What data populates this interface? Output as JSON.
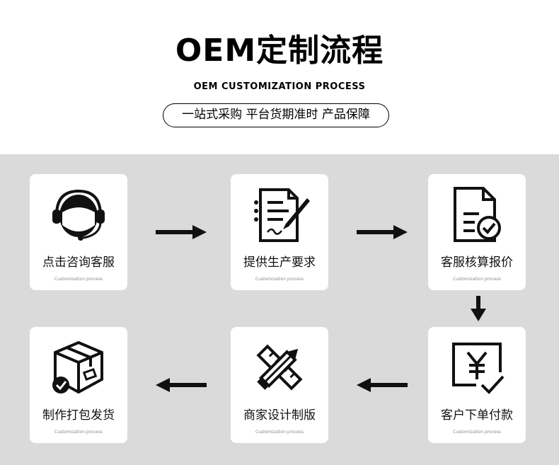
{
  "header": {
    "title": "OEM定制流程",
    "subtitle": "OEM CUSTOMIZATION PROCESS",
    "slogan": "一站式采购 平台货期准时 产品保障"
  },
  "steps": [
    {
      "label": "点击咨询客服",
      "sub": "Customization process",
      "icon": "customer-service-headset-icon"
    },
    {
      "label": "提供生产要求",
      "sub": "Customization process",
      "icon": "document-pen-icon"
    },
    {
      "label": "客服核算报价",
      "sub": "Customization process",
      "icon": "document-check-icon"
    },
    {
      "label": "客户下单付款",
      "sub": "Customization process",
      "icon": "yen-payment-icon"
    },
    {
      "label": "商家设计制版",
      "sub": "Customization process",
      "icon": "ruler-pencil-icon"
    },
    {
      "label": "制作打包发货",
      "sub": "Customization process",
      "icon": "package-check-icon"
    }
  ],
  "colors": {
    "panel": "#dadada",
    "card": "#ffffff",
    "ink": "#111111"
  }
}
